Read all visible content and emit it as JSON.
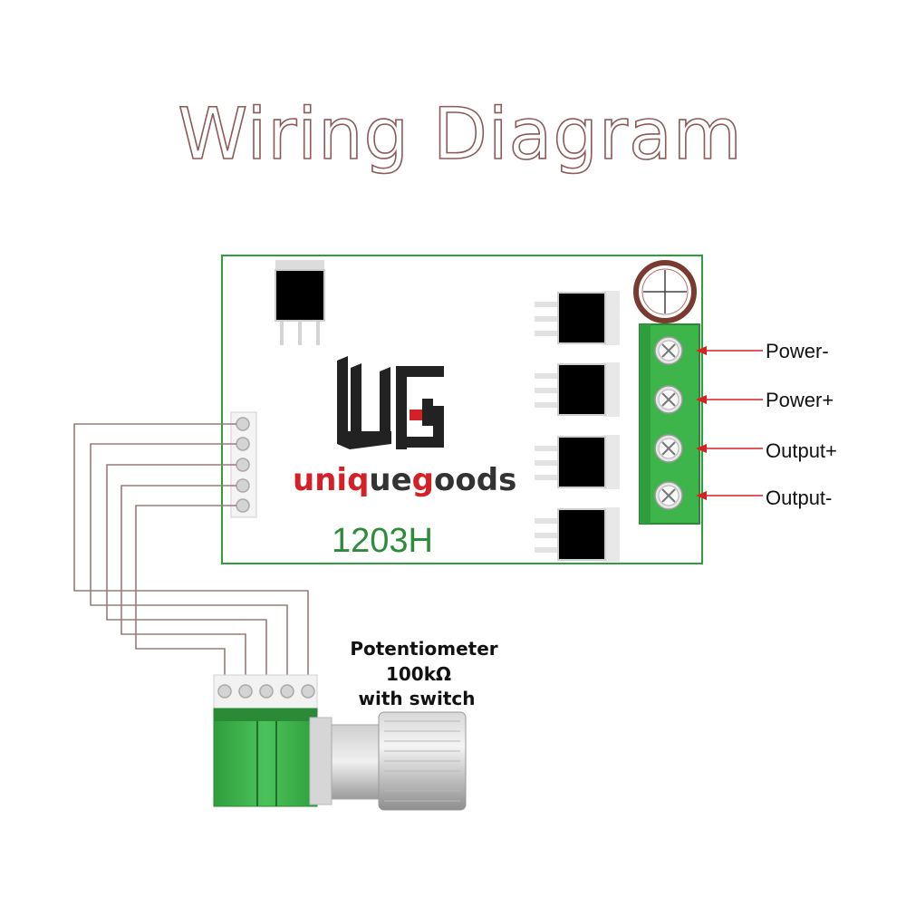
{
  "title": "Wiring Diagram",
  "board": {
    "model": "1203H",
    "logo_letters": "UG",
    "brand": {
      "part1": "uniq",
      "part2": "ue",
      "highlight": "g",
      "part3": "oods"
    },
    "colors": {
      "terminal_block": "#3db54a",
      "brand_red": "#d42027",
      "brand_dark": "#333333",
      "model_text": "#2e8b3a",
      "wire": "#9a7a78",
      "arrow": "#d42027",
      "mounting_hole": "#7a3a30"
    }
  },
  "terminals": [
    {
      "label": "Power-"
    },
    {
      "label": "Power+"
    },
    {
      "label": "Output+"
    },
    {
      "label": "Output-"
    }
  ],
  "potentiometer": {
    "line1": "Potentiometer",
    "line2": "100kΩ",
    "line3": "with switch",
    "pin_count": 5
  },
  "icons": {
    "terminal_screw": "screw-x-icon",
    "mounting_hole": "crosshair-hole-icon",
    "arrow": "arrow-left-icon"
  }
}
